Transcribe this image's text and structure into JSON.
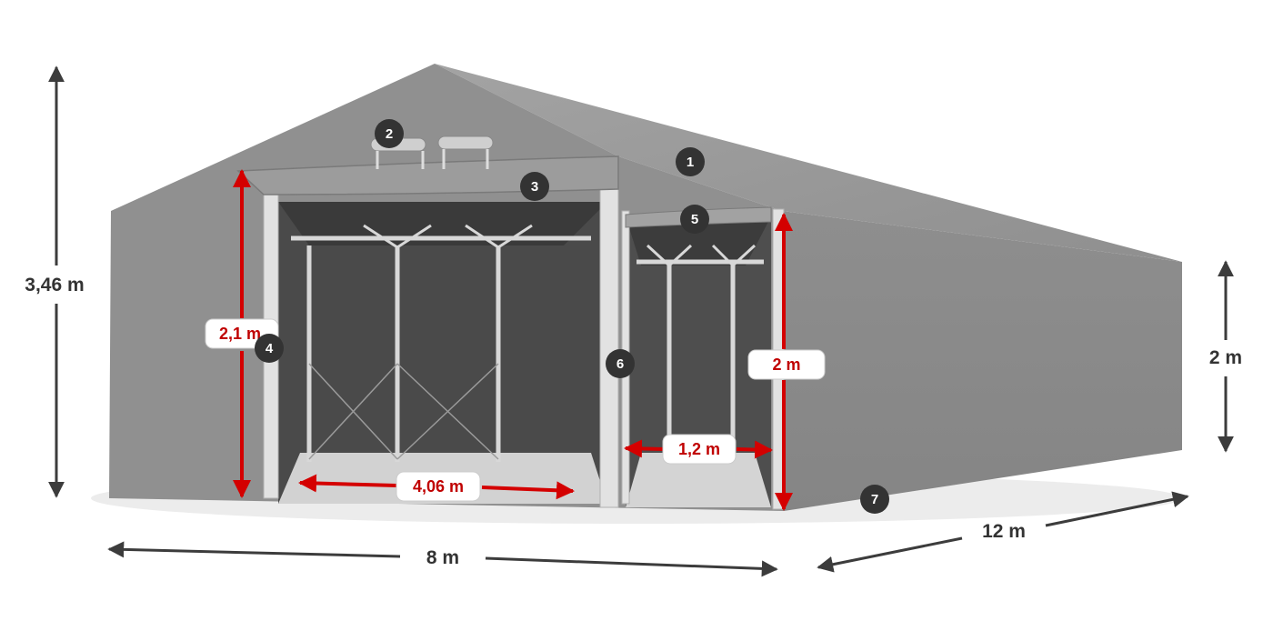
{
  "dimensions": {
    "total_height": "3,46 m",
    "side_height": "2 m",
    "width": "8 m",
    "length": "12 m",
    "gate_height": "2,1 m",
    "gate_width": "4,06 m",
    "door_height": "2 m",
    "door_width": "1,2 m"
  },
  "markers": [
    "1",
    "2",
    "3",
    "4",
    "5",
    "6",
    "7"
  ],
  "colors": {
    "tent": "#8c8c8c",
    "roof": "#9a9a9a",
    "side": "#888888",
    "frame": "#d8d8d8",
    "dimension_arrow": "#3c3c3c",
    "measure_red": "#d40000",
    "marker_fill": "#333333"
  }
}
